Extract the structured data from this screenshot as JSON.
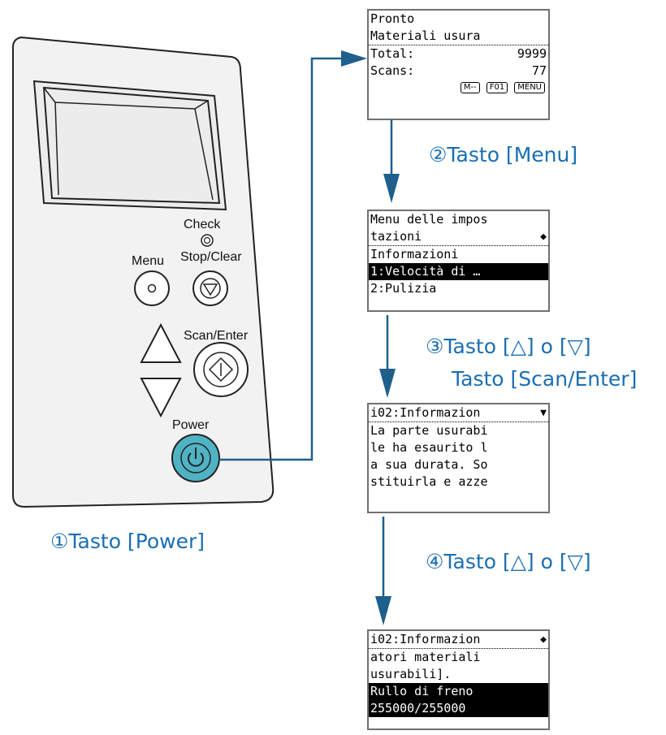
{
  "panel": {
    "check": "Check",
    "menu": "Menu",
    "stop_clear": "Stop/Clear",
    "scan_enter": "Scan/Enter",
    "power": "Power"
  },
  "steps": {
    "s1": "①Tasto [Power]",
    "s2": "②Tasto [Menu]",
    "s3a": "③Tasto [△] o [▽]",
    "s3b": "Tasto [Scan/Enter]",
    "s4": "④Tasto [△] o [▽]"
  },
  "screen1": {
    "line1": "Pronto",
    "line2": " Materiali usura",
    "total_label": "Total:",
    "total_value": "9999",
    "scans_label": "Scans:",
    "scans_value": "77",
    "keys": [
      "M--",
      "F01",
      "MENU"
    ]
  },
  "screen2": {
    "line1": "Menu delle impos",
    "line2": "tazioni",
    "line3": "  Informazioni",
    "line4": " 1:Velocità di …",
    "line5": " 2:Pulizia"
  },
  "screen3": {
    "line1": "i02:Informazion",
    "line2": "La parte usurabi",
    "line3": "le ha esaurito l",
    "line4": "a sua durata. So",
    "line5": "stituirla e azze"
  },
  "screen4": {
    "line1": "i02:Informazion",
    "line2": "atori materiali",
    "line3": "usurabili].",
    "line4": "Rullo di freno",
    "line5": "  255000/255000"
  }
}
